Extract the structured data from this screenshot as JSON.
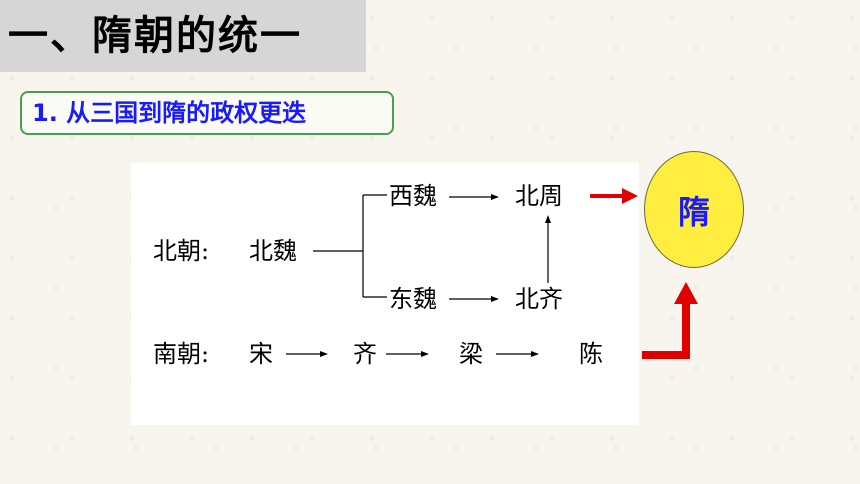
{
  "title": "一、隋朝的统一",
  "subtitle": "1. 从三国到隋的政权更迭",
  "diagram": {
    "north_label": "北朝:",
    "south_label": "南朝:",
    "northern_wei": "北魏",
    "western_wei": "西魏",
    "eastern_wei": "东魏",
    "northern_zhou": "北周",
    "northern_qi": "北齐",
    "song": "宋",
    "qi": "齐",
    "liang": "梁",
    "chen": "陈"
  },
  "result": "隋",
  "colors": {
    "title_bg": "#d6d6d6",
    "subtitle_border": "#4aa04a",
    "subtitle_text": "#1a1aff",
    "circle_fill": "#ffee40",
    "arrow_red": "#e00000"
  }
}
